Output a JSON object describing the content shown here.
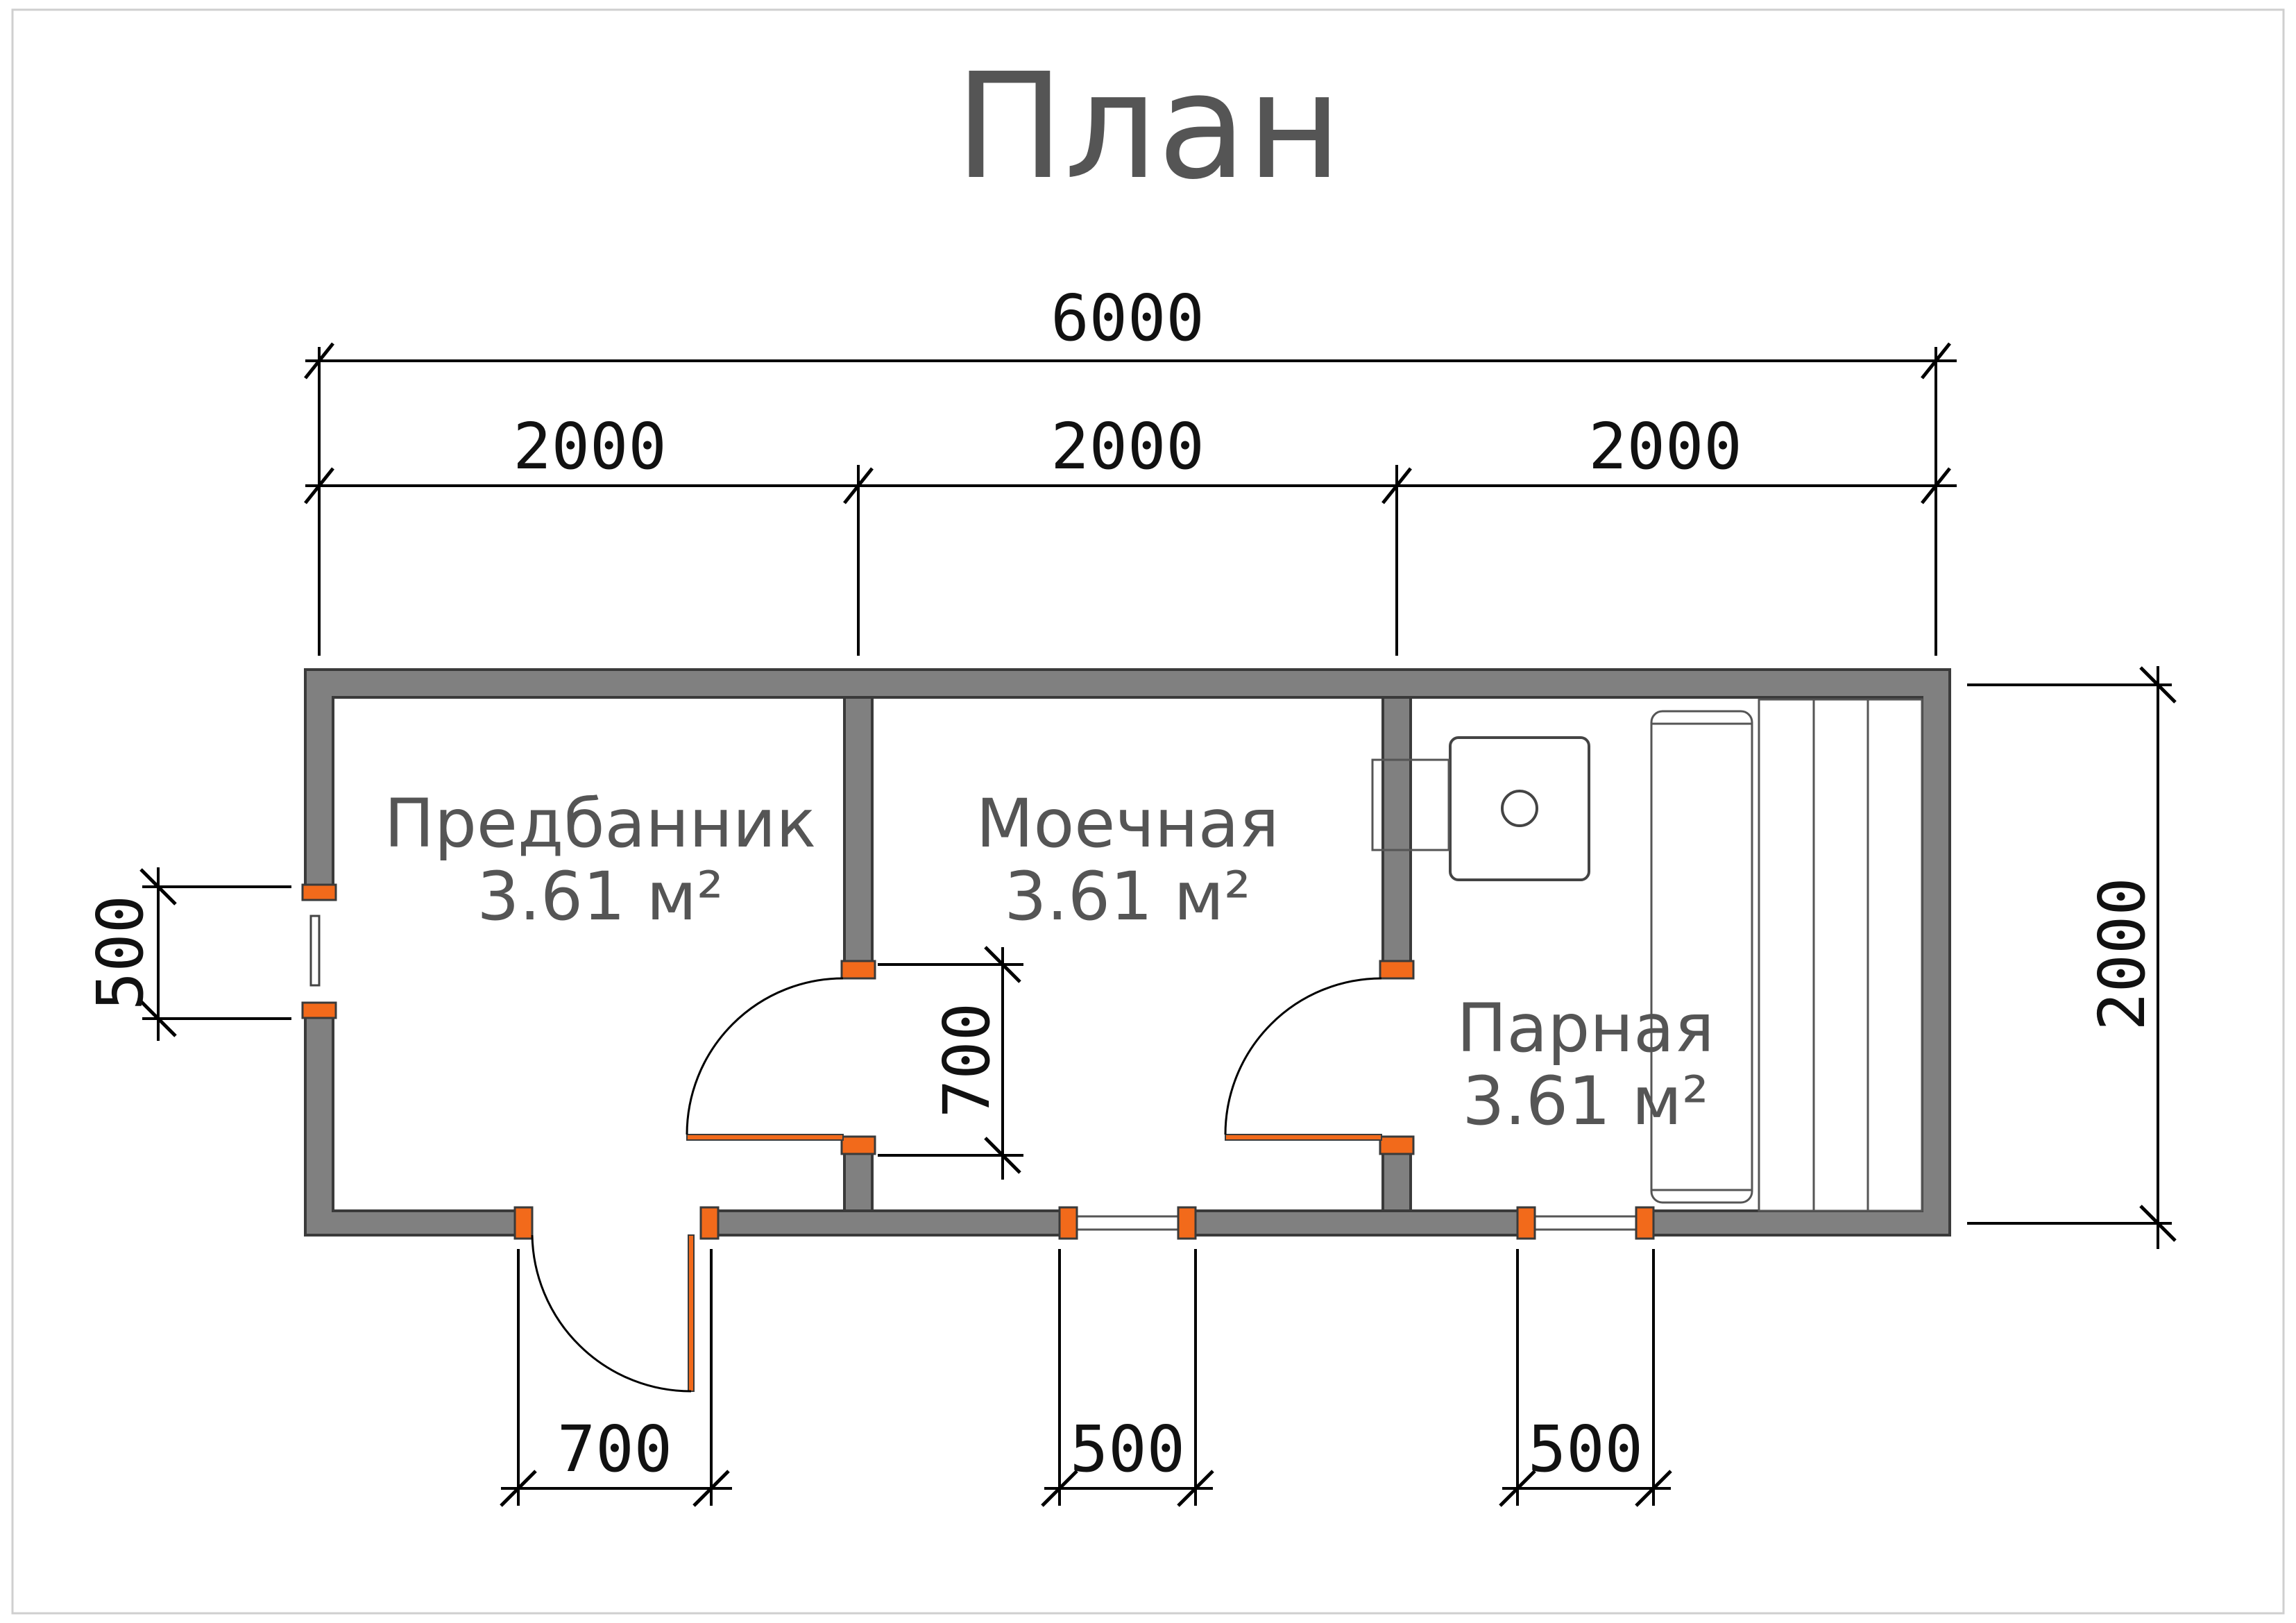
{
  "title": "План",
  "rooms": [
    {
      "name": "Предбанник",
      "area": "3.61 м²"
    },
    {
      "name": "Моечная",
      "area": "3.61 м²"
    },
    {
      "name": "Парная",
      "area": "3.61 м²"
    }
  ],
  "dimensions": {
    "overall_length": "6000",
    "segments": [
      "2000",
      "2000",
      "2000"
    ],
    "overall_width": "2000",
    "side_window": "500",
    "inner_door": "700",
    "entrance_door": "700",
    "window_washroom": "500",
    "window_steamroom": "500"
  },
  "colors": {
    "wall": "#808080",
    "door_jamb": "#f26a1b",
    "text": "#555555"
  }
}
